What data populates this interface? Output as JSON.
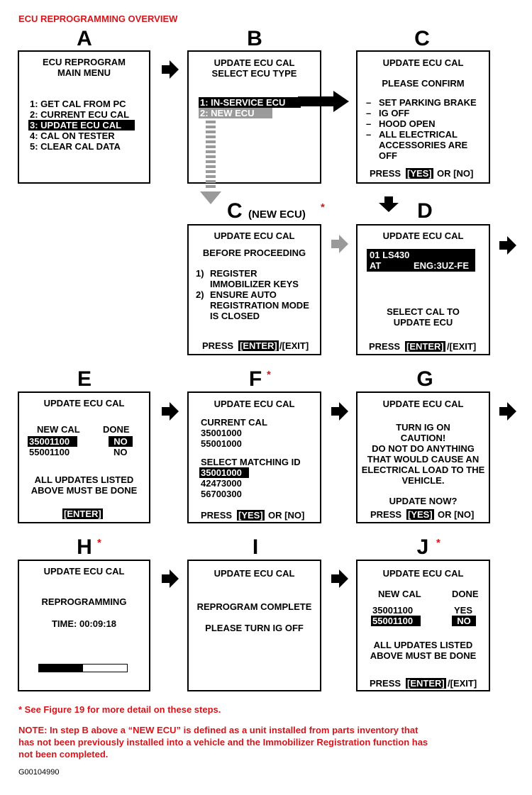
{
  "title": "ECU REPROGRAMMING OVERVIEW",
  "letters": {
    "A": "A",
    "B": "B",
    "C": "C",
    "Cnew": "C",
    "Cnew_sub": "(NEW ECU)",
    "D": "D",
    "E": "E",
    "F": "F",
    "G": "G",
    "H": "H",
    "I": "I",
    "J": "J",
    "star": "*"
  },
  "A": {
    "l1": "ECU REPROGRAM",
    "l2": "MAIN MENU",
    "items": [
      "1:  GET CAL FROM PC",
      "2:  CURRENT ECU CAL",
      "3:  UPDATE ECU CAL",
      "4:  CAL ON TESTER",
      "5:  CLEAR CAL DATA"
    ]
  },
  "B": {
    "l1": "UPDATE ECU CAL",
    "l2": "SELECT ECU TYPE",
    "o1": "1:  IN-SERVICE ECU",
    "o2": "2:  NEW ECU"
  },
  "C": {
    "l1": "UPDATE ECU CAL",
    "l2": "PLEASE CONFIRM",
    "dash": "–",
    "b1": "SET PARKING BRAKE",
    "b2": "IG OFF",
    "b3": "HOOD OPEN",
    "b4a": "ALL ELECTRICAL",
    "b4b": "ACCESSORIES ARE",
    "b4c": "OFF",
    "p1": "PRESS",
    "p2": "[YES]",
    "p3": "OR [NO]"
  },
  "Cnew": {
    "l1": "UPDATE ECU CAL",
    "l2": "BEFORE PROCEEDING",
    "n1": "1)",
    "r1a": "REGISTER",
    "r1b": "IMMOBILIZER KEYS",
    "n2": "2)",
    "r2a": "ENSURE AUTO",
    "r2b": "REGISTRATION MODE",
    "r2c": "IS CLOSED",
    "p1": "PRESS",
    "p2": "[ENTER]",
    "p3": "/[EXIT]"
  },
  "D": {
    "l1": "UPDATE ECU CAL",
    "v1": "01 LS430",
    "v2a": "AT",
    "v2b": "ENG:3UZ-FE",
    "s1": "SELECT CAL TO",
    "s2": "UPDATE ECU",
    "p1": "PRESS",
    "p2": "[ENTER]",
    "p3": "/[EXIT]"
  },
  "E": {
    "l1": "UPDATE ECU CAL",
    "h1": "NEW CAL",
    "h2": "DONE",
    "r1a": "35001100",
    "r1b": "NO",
    "r2a": "55001100",
    "r2b": "NO",
    "m1": "ALL UPDATES LISTED",
    "m2": "ABOVE MUST BE DONE",
    "btn": "[ENTER]"
  },
  "F": {
    "l1": "UPDATE ECU CAL",
    "h1": "CURRENT CAL",
    "c1": "35001000",
    "c2": "55001000",
    "h2": "SELECT MATCHING ID",
    "s1": "35001000",
    "s2": "42473000",
    "s3": "56700300",
    "p1": "PRESS",
    "p2": "[YES]",
    "p3": "OR [NO]"
  },
  "G": {
    "l1": "UPDATE ECU CAL",
    "m1": "TURN IG ON",
    "m2": "CAUTION!",
    "m3": "DO NOT DO ANYTHING",
    "m4": "THAT WOULD CAUSE AN",
    "m5": "ELECTRICAL LOAD TO THE",
    "m6": "VEHICLE.",
    "q": "UPDATE NOW?",
    "p1": "PRESS",
    "p2": "[YES]",
    "p3": "OR [NO]"
  },
  "H": {
    "l1": "UPDATE ECU CAL",
    "m1": "REPROGRAMMING",
    "m2": "TIME: 00:09:18",
    "progress": 0.5
  },
  "I": {
    "l1": "UPDATE ECU CAL",
    "m1": "REPROGRAM COMPLETE",
    "m2": "PLEASE TURN IG OFF"
  },
  "J": {
    "l1": "UPDATE ECU CAL",
    "h1": "NEW CAL",
    "h2": "DONE",
    "r1a": "35001100",
    "r1b": "YES",
    "r2a": "55001100",
    "r2b": "NO",
    "m1": "ALL UPDATES LISTED",
    "m2": "ABOVE MUST BE DONE",
    "p1": "PRESS",
    "p2": "[ENTER]",
    "p3": "/[EXIT]"
  },
  "footnote": "*  See Figure 19 for more detail on these steps.",
  "note1": "NOTE: In step B above a “NEW ECU” is defined as a unit installed from parts inventory that",
  "note2": "has not been previously installed into a vehicle and the Immobilizer Registration function has",
  "note3": "not been completed.",
  "figure_code": "G00104990",
  "colors": {
    "red": "#d4151b",
    "gray": "#9a9a9a",
    "black": "#000000"
  }
}
